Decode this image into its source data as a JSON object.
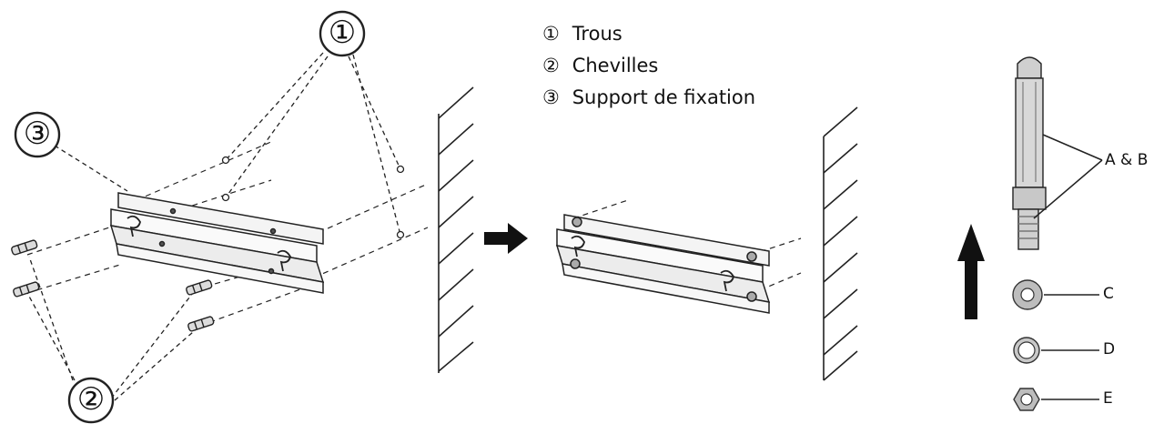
{
  "callouts": {
    "holes_number": "①",
    "anchors_number": "②",
    "bracket_number": "③"
  },
  "legend": {
    "items": [
      {
        "number": "①",
        "label": "Trous"
      },
      {
        "number": "②",
        "label": "Chevilles"
      },
      {
        "number": "③",
        "label": "Support de fixation"
      }
    ]
  },
  "parts": {
    "anchor_bolt": "A & B",
    "large_washer": "C",
    "small_washer": "D",
    "nut": "E"
  },
  "icons": {
    "right_arrow": "right-arrow-icon",
    "up_arrow": "up-arrow-icon"
  },
  "colors": {
    "line": "#222222",
    "metal": "#d9d9d9",
    "arrow": "#111111"
  }
}
